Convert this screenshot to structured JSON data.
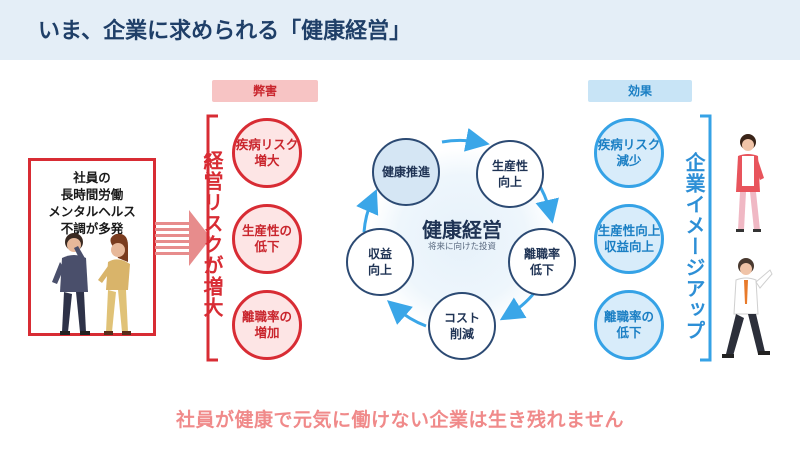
{
  "header": {
    "title": "いま、企業に求められる「健康経営」"
  },
  "left_box": {
    "lines": [
      "社員の",
      "長時間労働",
      "メンタルヘルス",
      "不調が多発"
    ]
  },
  "harm": {
    "label": "弊害",
    "vertical_title": "経営リスクが増大",
    "circles": [
      {
        "line1": "疾病リスク",
        "line2": "増大"
      },
      {
        "line1": "生産性の",
        "line2": "低下"
      },
      {
        "line1": "離職率の",
        "line2": "増加"
      }
    ]
  },
  "cycle": {
    "title": "健康経営",
    "subtitle": "将来に向けた投資",
    "nodes": [
      {
        "line1": "健康推進",
        "line2": ""
      },
      {
        "line1": "生産性",
        "line2": "向上"
      },
      {
        "line1": "離職率",
        "line2": "低下"
      },
      {
        "line1": "コスト",
        "line2": "削減"
      },
      {
        "line1": "収益",
        "line2": "向上"
      }
    ]
  },
  "effect": {
    "label": "効果",
    "vertical_title": "企業イメージアップ",
    "circles": [
      {
        "line1": "疾病リスク",
        "line2": "減少"
      },
      {
        "line1": "生産性向上",
        "line2": "収益向上"
      },
      {
        "line1": "離職率の",
        "line2": "低下"
      }
    ]
  },
  "bottom": {
    "text": "社員が健康で元気に働けない企業は生き残れません"
  },
  "colors": {
    "red": "#d82c34",
    "blue": "#35a2e6",
    "navy": "#1f3f68",
    "pink": "#f08a8a"
  },
  "icons": [
    "tired-people-illustration",
    "arrow-right-icon",
    "cycle-arrows-icon",
    "business-people-illustration"
  ]
}
